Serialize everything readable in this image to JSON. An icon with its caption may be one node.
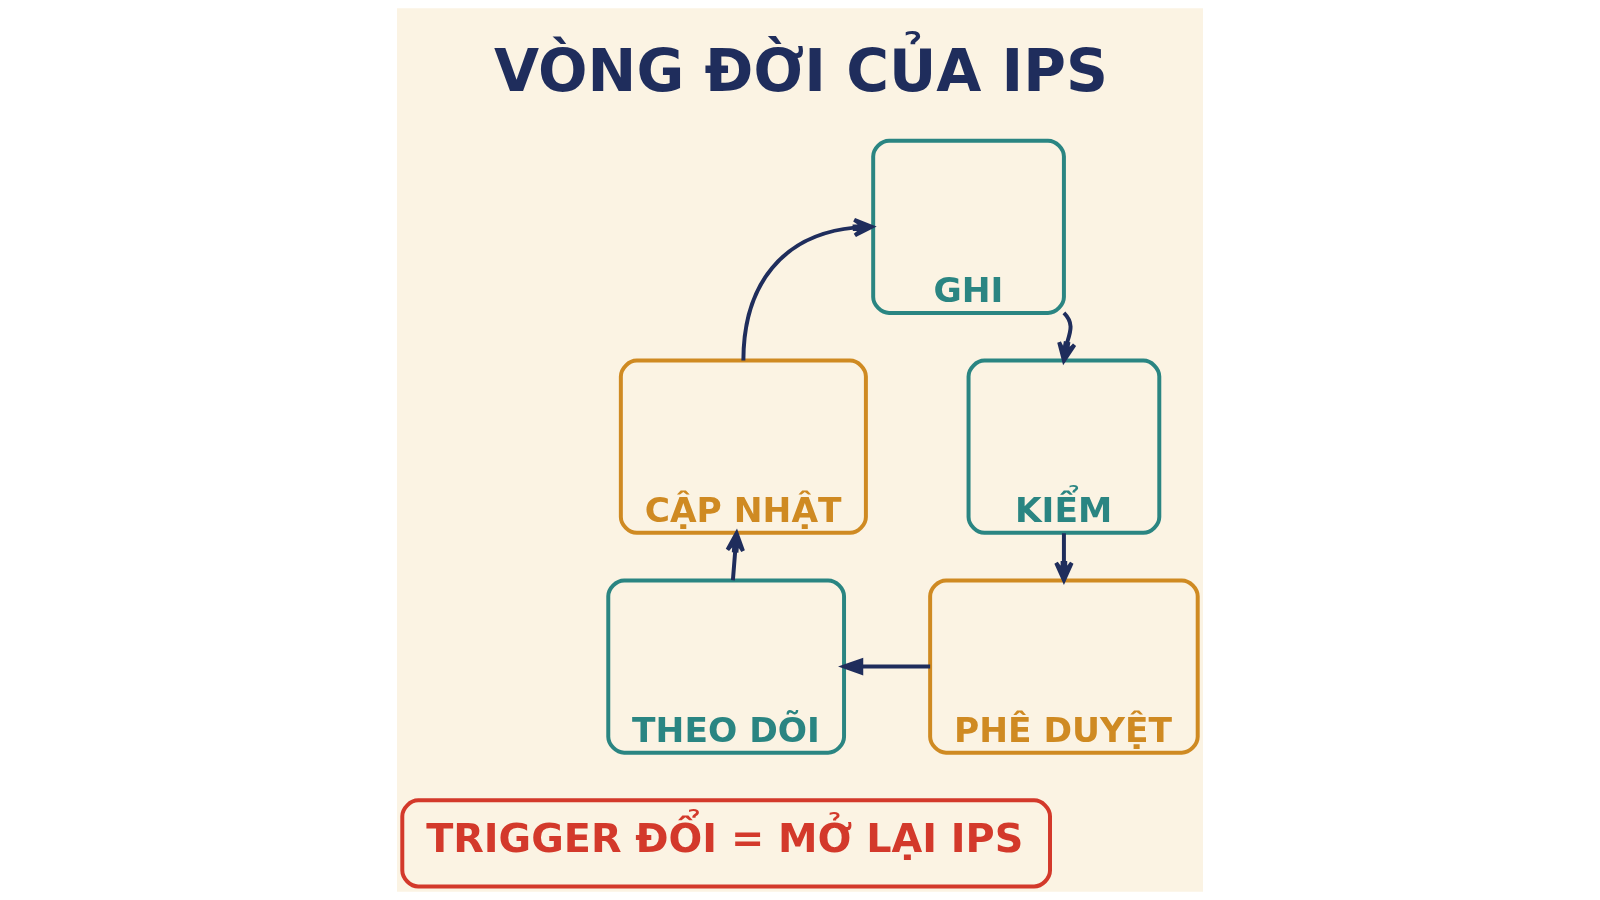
{
  "diagram": {
    "title": "VÒNG ĐỜI CỦA IPS",
    "nodes": [
      {
        "text": [
          "GHI"
        ]
      },
      {
        "text": [
          "KIỂM"
        ]
      },
      {
        "text": [
          "PHÊ DUYỆT"
        ]
      },
      {
        "text": [
          "THEO DÕI"
        ]
      },
      {
        "text": [
          "CẬP NHẬT"
        ]
      },
      {
        "text": [
          "TRIGGER ĐỔI = MỞ LẠI IPS"
        ]
      }
    ],
    "edges": [
      {
        "from": 0,
        "to": 1,
        "arrow": "to"
      },
      {
        "from": 1,
        "to": 2,
        "arrow": "to"
      },
      {
        "from": 2,
        "to": 3,
        "arrow": "to"
      },
      {
        "from": 3,
        "to": 4,
        "arrow": "to"
      },
      {
        "from": 4,
        "to": 0,
        "arrow": "to"
      }
    ]
  }
}
